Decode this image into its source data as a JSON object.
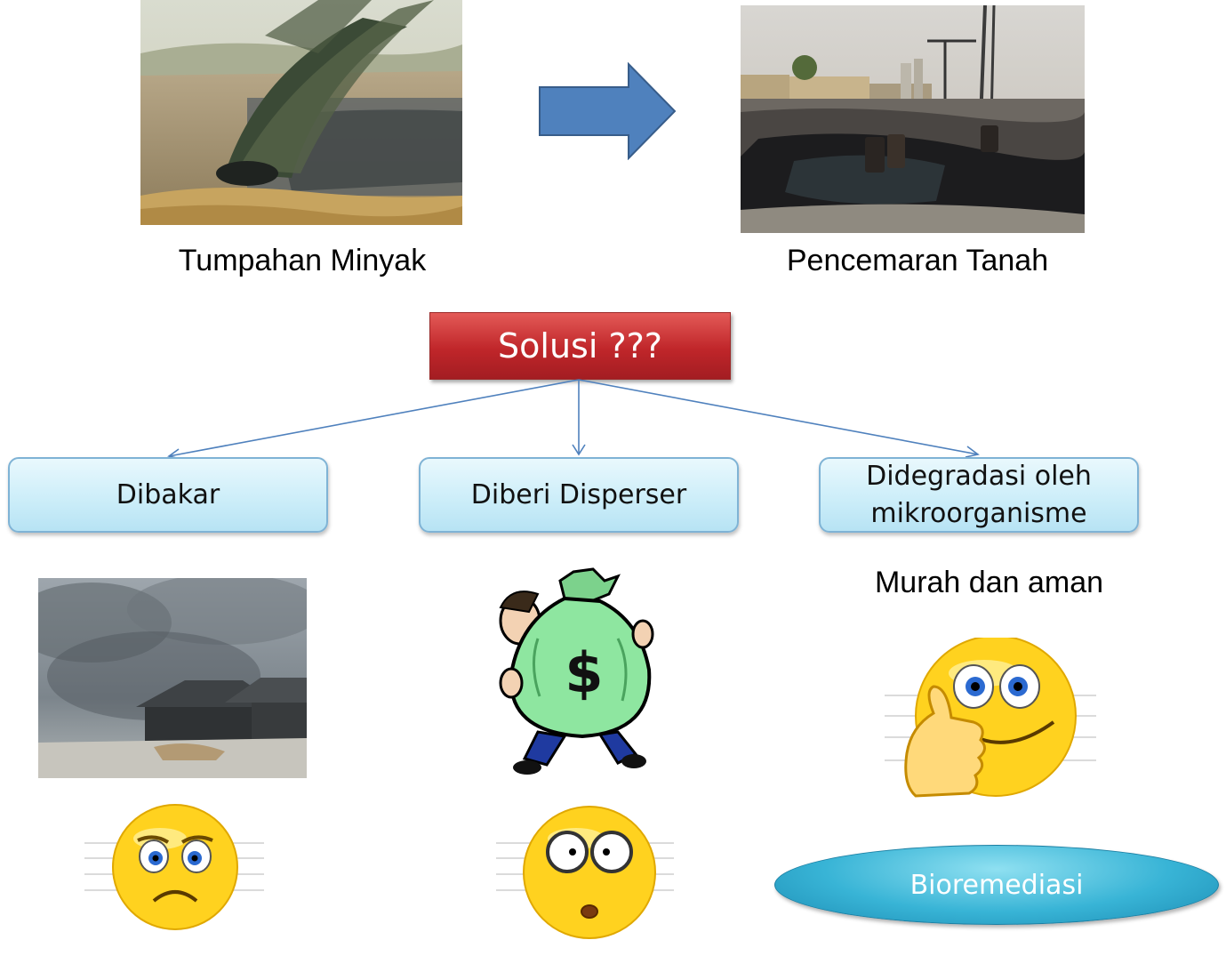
{
  "top": {
    "left_caption": "Tumpahan Minyak",
    "right_caption": "Pencemaran Tanah"
  },
  "solusi_label": "Solusi ???",
  "options": [
    {
      "label": "Dibakar"
    },
    {
      "label": "Diberi Disperser"
    },
    {
      "label_line1": "Didegradasi oleh",
      "label_line2": "mikroorganisme"
    }
  ],
  "note": "Murah dan aman",
  "bioremediasi_label": "Bioremediasi",
  "colors": {
    "solusi_red": "#c0262a",
    "option_fill": "#cdeef9",
    "arrow_blue": "#4f81bd",
    "bioremediasi_blue": "#38b4d6",
    "smiley_yellow": "#ffd21f"
  },
  "icons": [
    "oil-spill-photo",
    "arrow-right-icon",
    "polluted-soil-photo",
    "burning-smoke-photo",
    "money-bag-icon",
    "worried-smiley-icon",
    "confused-smiley-icon",
    "thumbs-up-smiley-icon"
  ]
}
